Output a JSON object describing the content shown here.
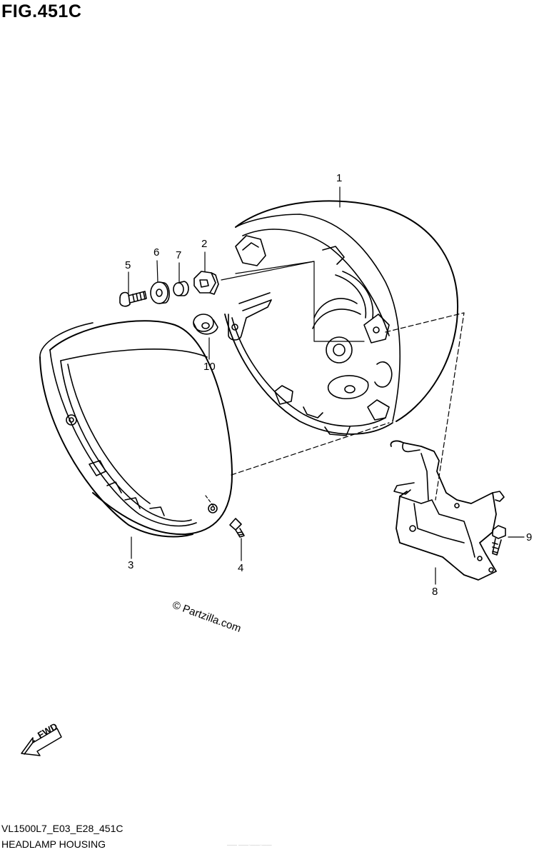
{
  "figure": {
    "title": "FIG.451C",
    "code": "VL1500L7_E03_E28_451C",
    "caption": "HEADLAMP HOUSING",
    "watermark": "© Partzilla.com",
    "faint_note": "—— ——·——·——"
  },
  "callouts": [
    {
      "id": "callout-1",
      "label": "1"
    },
    {
      "id": "callout-2",
      "label": "2"
    },
    {
      "id": "callout-3",
      "label": "3"
    },
    {
      "id": "callout-4",
      "label": "4"
    },
    {
      "id": "callout-5",
      "label": "5"
    },
    {
      "id": "callout-6",
      "label": "6"
    },
    {
      "id": "callout-7",
      "label": "7"
    },
    {
      "id": "callout-8",
      "label": "8"
    },
    {
      "id": "callout-9",
      "label": "9"
    },
    {
      "id": "callout-10",
      "label": "10"
    }
  ],
  "direction_badge": {
    "label": "FWD",
    "icon": "fwd-arrow-icon"
  }
}
